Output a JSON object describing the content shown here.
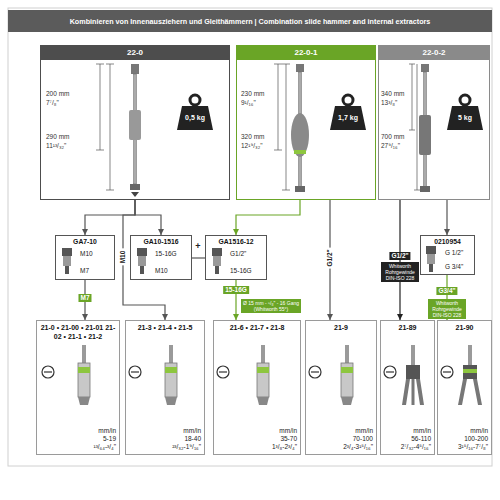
{
  "diagram": {
    "title": "Kombinieren von Innenausziehern und Gleithämmern | Combination slide hammer and internal extractors",
    "nodes": [
      {
        "text": [
          "22-0"
        ]
      },
      {
        "text": [
          "22-0-1"
        ]
      },
      {
        "text": [
          "22-0-2"
        ]
      },
      {
        "text": [
          "GA7-10",
          "M10",
          "M7"
        ]
      },
      {
        "text": [
          "GA10-1516",
          "15-16G",
          "M10"
        ]
      },
      {
        "text": [
          "GA1516-12",
          "G1/2\"",
          "15-16G"
        ]
      },
      {
        "text": [
          "0210954",
          "G 1/2\"",
          "G 3/4\""
        ]
      },
      {
        "text": [
          "21-0 • 21-00 • 21-01 21-02 • 21-1 • 21-2",
          "mm/in",
          "5-19",
          "¹³/₆₄-³/₄\""
        ]
      },
      {
        "text": [
          "21-3 • 21-4 • 21-5",
          "mm/in",
          "18-40",
          "²³/₃₂-1⁹/₁₆\""
        ]
      },
      {
        "text": [
          "21-6 • 21-7 • 21-8",
          "mm/in",
          "35-70",
          "1³/₈-2³/₄\""
        ]
      },
      {
        "text": [
          "21-9",
          "mm/in",
          "70-100",
          "2³/₄-3¹⁵/₁₆\""
        ]
      },
      {
        "text": [
          "21-89",
          "mm/in",
          "56-110",
          "2⁷/₃₂-4⁵/₁₆\""
        ]
      },
      {
        "text": [
          "21-90",
          "mm/in",
          "100-200",
          "3¹⁵/₁₆-7⁷/₈\""
        ]
      }
    ],
    "edges": [
      {
        "from": 0,
        "to": 3,
        "arrow": "to"
      },
      {
        "from": 0,
        "to": 4,
        "arrow": "to"
      },
      {
        "from": 0,
        "to": 8,
        "label": "M10",
        "arrow": "to"
      },
      {
        "from": 3,
        "to": 7,
        "label": "M7",
        "arrow": "to"
      },
      {
        "from": 1,
        "to": 5,
        "arrow": "to"
      },
      {
        "from": 4,
        "to": 5,
        "label": "+",
        "arrow": "none"
      },
      {
        "from": 5,
        "to": 9,
        "label": "15-16G",
        "arrow": "to"
      },
      {
        "from": 1,
        "to": 10,
        "label": "G1/2\"",
        "arrow": "to"
      },
      {
        "from": 2,
        "to": 11,
        "label": "G1/2\"",
        "arrow": "to"
      },
      {
        "from": 2,
        "to": 6,
        "arrow": "to"
      },
      {
        "from": 6,
        "to": 12,
        "label": "G3/4\"",
        "arrow": "to"
      }
    ],
    "labels": [
      "200 mm",
      "7⁷/₈\"",
      "290 mm",
      "11¹³/₃₂\"",
      "0,5 kg",
      "230 mm",
      "9¹/₁₆\"",
      "320 mm",
      "12¹⁹/₃₂\"",
      "1,7 kg",
      "340 mm",
      "13³/₈\"",
      "700 mm",
      "27⁹/₁₆\"",
      "5 kg",
      "Ø 15 mm - ⁵/₈\" - 16 Gang (Whitworth 55°)",
      "Whitworth Rohrgewinde DIN-ISO 228",
      "Whitworth Rohrgewinde DIN-ISO 228"
    ]
  }
}
